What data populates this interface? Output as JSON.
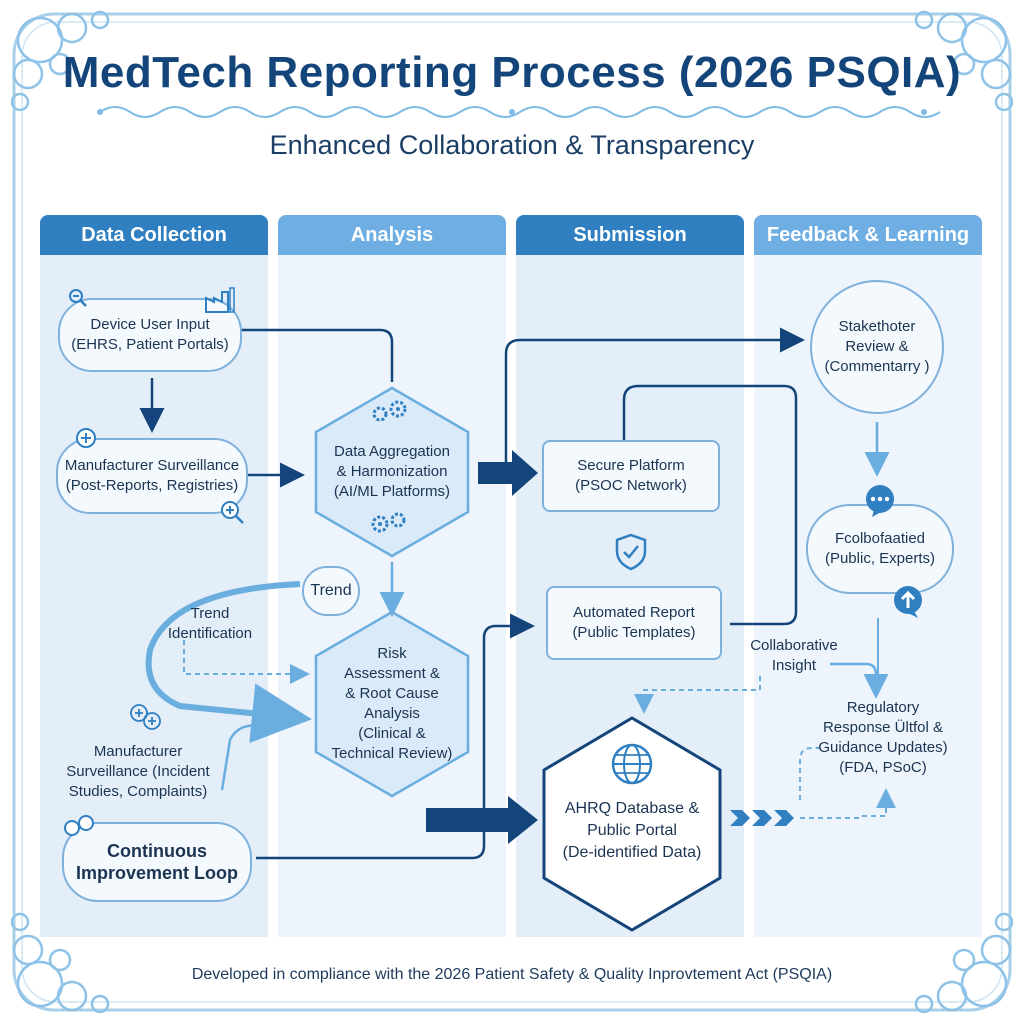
{
  "title": "MedTech Reporting Process (2026 PSQIA)",
  "subtitle": "Enhanced Collaboration & Transparency",
  "footer": "Developed in compliance with the 2026 Patient Safety & Quality Inprovtement Act (PSQIA)",
  "columns": [
    "Data Collection",
    "Analysis",
    "Submission",
    "Feedback & Learning"
  ],
  "nodes": {
    "device_user_input": {
      "line1": "Device User Input",
      "line2": "(EHRS, Patient Portals)"
    },
    "manufacturer_surveillance_1": {
      "line1": "Manufacturer Surveillance",
      "line2": "(Post-Reports, Registries)"
    },
    "trend_badge": "Trend",
    "trend_identification": {
      "line1": "Trend",
      "line2": "Identification"
    },
    "manufacturer_surveillance_2": {
      "line1": "Manufacturer",
      "line2": "Surveillance (Incident",
      "line3": "Studies, Complaints)"
    },
    "continuous_improvement": {
      "line1": "Continuous",
      "line2": "Improvement Loop"
    },
    "data_aggregation": {
      "line1": "Data Aggregation",
      "line2": "& Harmonization",
      "line3": "(AI/ML Platforms)"
    },
    "risk_assessment": {
      "line1": "Risk",
      "line2": "Assessment &",
      "line3": "& Root Cause",
      "line4": "Analysis",
      "line5": "(Clinical &",
      "line6": "Technical Review)"
    },
    "secure_platform": {
      "line1": "Secure Platform",
      "line2": "(PSOC Network)"
    },
    "automated_report": {
      "line1": "Automated Report",
      "line2": "(Public Templates)"
    },
    "collaborative_insight": {
      "line1": "Collaborative",
      "line2": "Insight"
    },
    "ahrq_database": {
      "line1": "AHRQ Database &",
      "line2": "Public Portal",
      "line3": "(De-identified Data)"
    },
    "stakeholder_review": {
      "line1": "Stakethoter",
      "line2": "Review &",
      "line3": "(Commentarry  )"
    },
    "collaborated": {
      "line1": "Fcolbofaatied",
      "line2": "(Public, Experts)"
    },
    "regulatory_response": {
      "line1": "Regulatory",
      "line2": "Response Ültfol &",
      "line3": "Guidance Updates)",
      "line4": "(FDA, PSoC)"
    }
  },
  "icons": [
    "magnifier-icon",
    "factory-icon",
    "plus-circle-icon",
    "zoom-in-icon",
    "gears-icon",
    "double-plus-icon",
    "bubbles-icon",
    "shield-check-icon",
    "globe-icon",
    "chat-bubble-icon",
    "up-arrow-bubble-icon"
  ],
  "colors": {
    "title": "#14457a",
    "header_dark": "#2f7fc1",
    "header_light": "#6eaee2",
    "column_bg": "#e3eef9",
    "arrow_dark": "#14457a",
    "arrow_light": "#6aaee0",
    "frame": "#9fcbe8"
  }
}
